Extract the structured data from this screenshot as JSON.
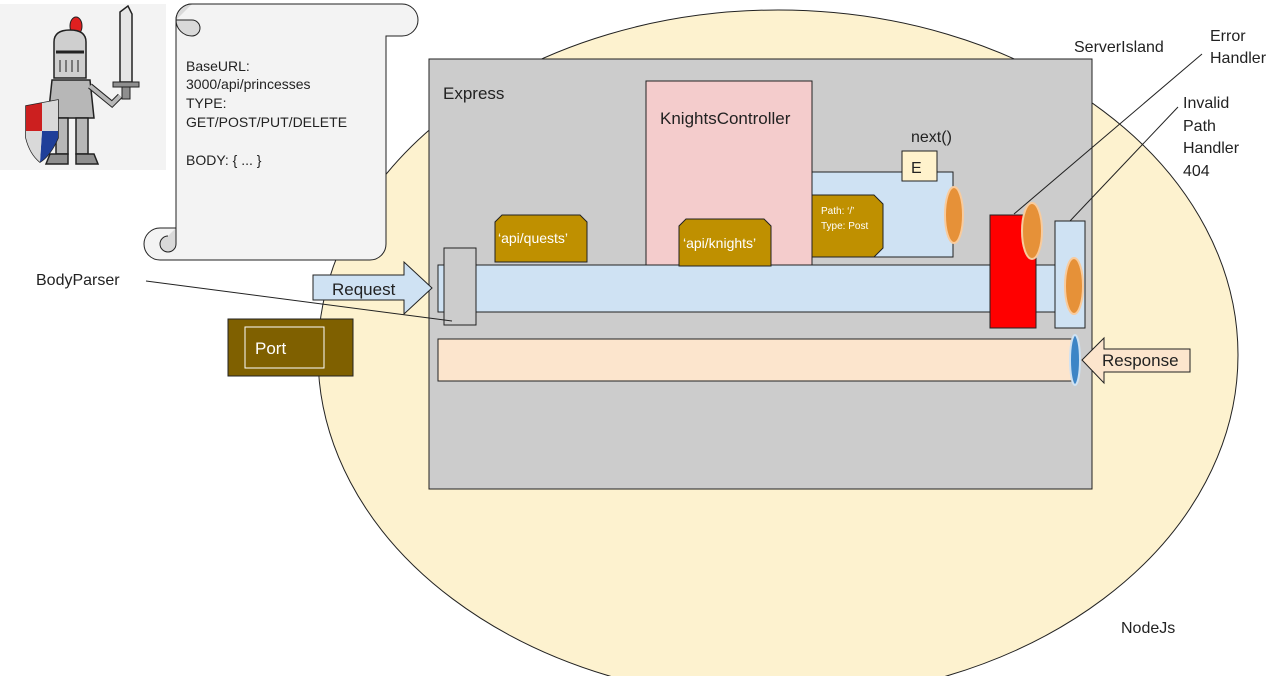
{
  "scroll": {
    "lines": [
      "BaseURL:",
      "3000/api/princesses",
      "TYPE:",
      "GET/POST/PUT/DELETE",
      "",
      "BODY: { ... }"
    ]
  },
  "labels": {
    "express": "Express",
    "server_island": "ServerIsland",
    "error_handler": [
      "Error",
      "Handler"
    ],
    "invalid_path_handler": [
      "Invalid",
      "Path",
      "Handler",
      "404"
    ],
    "knights_controller": "KnightsController",
    "next": "next()",
    "error_box": "E",
    "route_quests": "‘api/quests’",
    "route_knights": "‘api/knights’",
    "route_post": [
      "Path: ‘/’",
      "Type: Post"
    ],
    "body_parser": "BodyParser",
    "request": "Request",
    "response": "Response",
    "port": "Port",
    "nodejs": "NodeJs"
  },
  "colors": {
    "island": "#fdf2cf",
    "express": "#cccccc",
    "controller": "#f4cccc",
    "pipe": "#cfe2f3",
    "response_pipe": "#fce5cd",
    "route_tag": "#bf9000",
    "error_handler": "#ff0000",
    "orange_handle": "#e69138",
    "blue_handle": "#3d85c6",
    "port": "#7f6000"
  },
  "icons": {
    "knight": "knight-with-sword-and-shield"
  }
}
